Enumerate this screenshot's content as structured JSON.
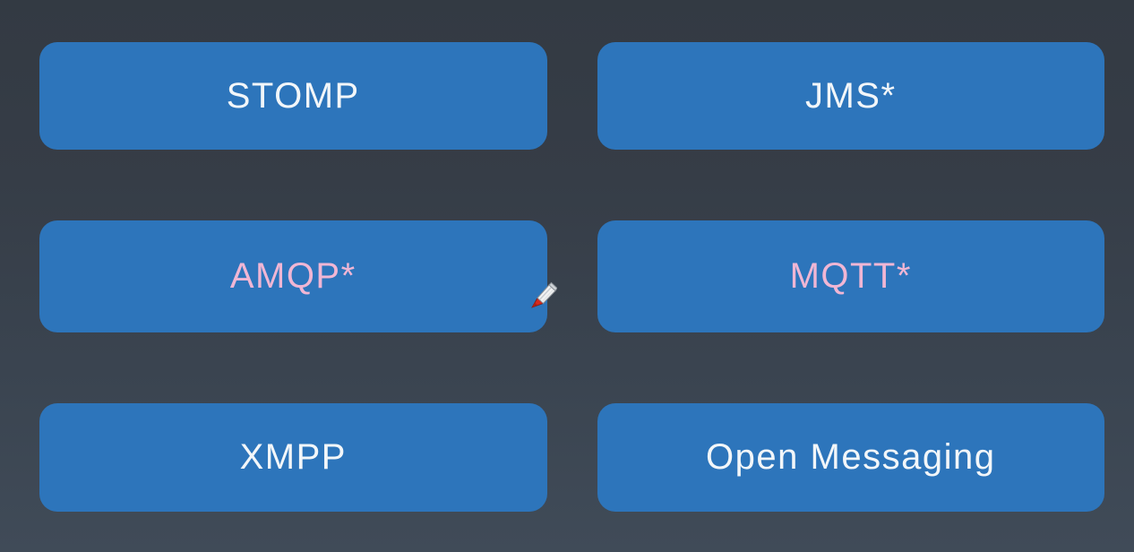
{
  "slide": {
    "description": "Messaging protocols slide with pen annotation cursor",
    "colors": {
      "background_top": "#333a43",
      "background_bottom": "#404b58",
      "button_blue": "#2d75bb",
      "label_white": "#f2f6f9",
      "label_pink": "#f0b6d4"
    },
    "buttons": [
      {
        "label": "STOMP",
        "highlighted": false
      },
      {
        "label": "JMS*",
        "highlighted": false
      },
      {
        "label": "AMQP*",
        "highlighted": true
      },
      {
        "label": "MQTT*",
        "highlighted": true
      },
      {
        "label": "XMPP",
        "highlighted": false
      },
      {
        "label": "Open Messaging",
        "highlighted": false
      }
    ],
    "cursor": {
      "icon": "pen-cursor",
      "tip_color": "#d42a1e",
      "body_color": "#f2f2f2"
    }
  }
}
